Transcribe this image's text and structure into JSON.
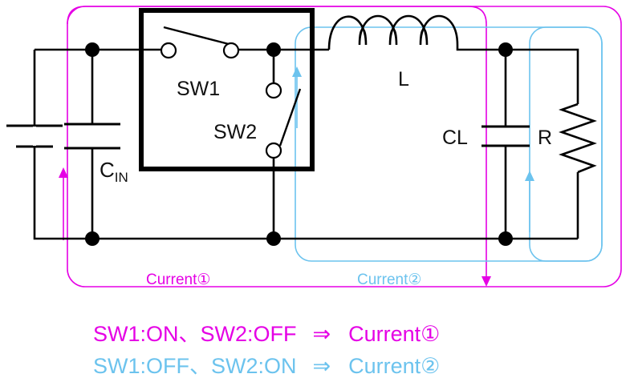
{
  "labels": {
    "sw1": "SW1",
    "sw2": "SW2",
    "inductor": "L",
    "cap_load": "CL",
    "resistor": "R",
    "cap_in_main": "C",
    "cap_in_sub": "IN"
  },
  "currents": {
    "current1": "Current①",
    "current2": "Current②"
  },
  "legend": [
    {
      "condition": "SW1:ON、SW2:OFF",
      "arrow": "⇒",
      "result": "Current①"
    },
    {
      "condition": "SW1:OFF、SW2:ON",
      "arrow": "⇒",
      "result": "Current②"
    }
  ],
  "colors": {
    "current1": "#e500e5",
    "current2": "#6cc3ee",
    "wire": "#000000"
  }
}
